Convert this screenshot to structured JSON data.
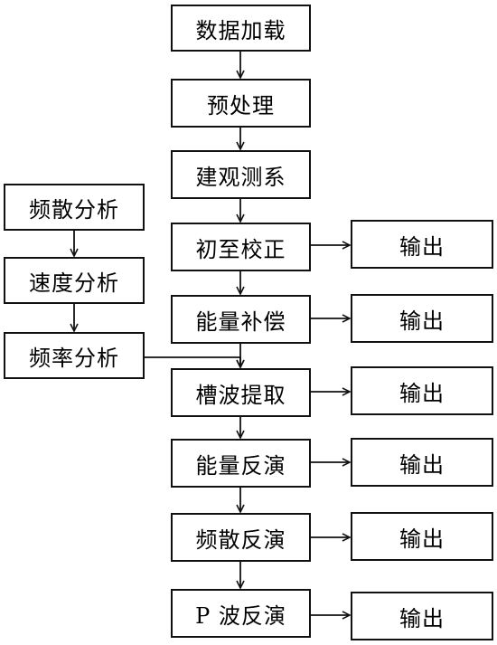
{
  "main_steps": [
    {
      "id": "load",
      "label": "数据加载"
    },
    {
      "id": "preprocess",
      "label": "预处理"
    },
    {
      "id": "geometry",
      "label": "建观测系"
    },
    {
      "id": "firstbreak",
      "label": "初至校正"
    },
    {
      "id": "energy-comp",
      "label": "能量补偿"
    },
    {
      "id": "channel-extract",
      "label": "槽波提取"
    },
    {
      "id": "energy-inv",
      "label": "能量反演"
    },
    {
      "id": "dispersion-inv",
      "label": "频散反演"
    },
    {
      "id": "p-wave-inv",
      "label": "P 波反演"
    }
  ],
  "side_steps": [
    {
      "id": "dispersion-analysis",
      "label": "频散分析"
    },
    {
      "id": "velocity-analysis",
      "label": "速度分析"
    },
    {
      "id": "frequency-analysis",
      "label": "频率分析"
    }
  ],
  "output_label": "输出",
  "colors": {
    "line": "#111111",
    "box_fill": "#ffffff"
  }
}
